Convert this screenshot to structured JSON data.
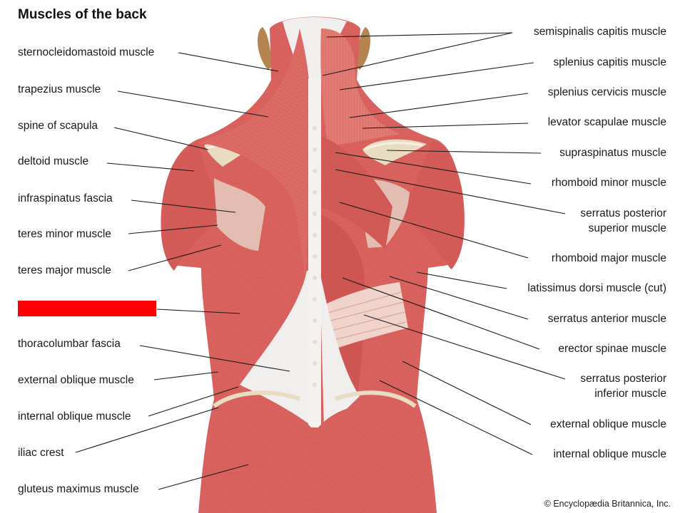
{
  "title": "Muscles of the back",
  "left_labels": [
    "sternocleidomastoid muscle",
    "trapezius muscle",
    "spine of scapula",
    "deltoid muscle",
    "infraspinatus fascia",
    "teres minor muscle",
    "teres major muscle",
    "thoracolumbar fascia",
    "external oblique muscle",
    "internal oblique muscle",
    "iliac crest",
    "gluteus maximus muscle"
  ],
  "right_labels": [
    "semispinalis capitis muscle",
    "splenius capitis muscle",
    "splenius cervicis muscle",
    "levator scapulae muscle",
    "supraspinatus muscle",
    "rhomboid minor muscle",
    "serratus posterior",
    "superior muscle",
    "rhomboid major muscle",
    "latissimus dorsi muscle (cut)",
    "serratus anterior muscle",
    "erector spinae muscle",
    "serratus posterior",
    "inferior muscle",
    "external oblique muscle",
    "internal oblique muscle"
  ],
  "credit": "© Encyclopædia Britannica, Inc.",
  "colors": {
    "muscle": "#d9625f",
    "muscle_light": "#ec9f93",
    "muscle_dark": "#b3433f",
    "fascia": "#f1efee",
    "bone": "#e8dcc2",
    "ear": "#b5844f",
    "leader": "#1a1a1a",
    "redaction": "#ff0000"
  }
}
